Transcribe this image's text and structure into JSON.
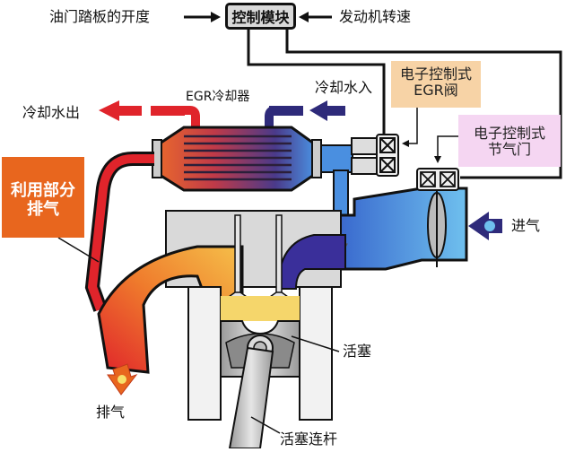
{
  "diagram": {
    "title": "EGR system schematic",
    "control_module": {
      "label": "控制模块"
    },
    "inputs": {
      "throttle_pedal": "油门踏板的开度",
      "engine_speed": "发动机转速"
    },
    "cooler": {
      "label": "EGR冷却器"
    },
    "coolant_out": "冷却水出",
    "coolant_in": "冷却水入",
    "egr_valve": {
      "line1": "电子控制式",
      "line2": "EGR阀"
    },
    "throttle_valve": {
      "line1": "电子控制式",
      "line2": "节气门"
    },
    "recirculated_exhaust": {
      "line1": "利用部分",
      "line2": "排气"
    },
    "intake": "进气",
    "exhaust": "排气",
    "piston": "活塞",
    "connecting_rod": "活塞连杆",
    "colors": {
      "hot_exhaust": "#e0242b",
      "warm_exhaust": "#f08a2a",
      "combustion": "#f5d66b",
      "coolant_cold": "#2e2a7a",
      "intake_air": "#4a8fe0",
      "intake_light": "#6fb6ea",
      "engine_body": "#d9d9d9",
      "egr_label_bg": "#f7d3a6",
      "throttle_label_bg": "#f5d6f2",
      "exhaust_label_bg": "#e8661e"
    }
  }
}
